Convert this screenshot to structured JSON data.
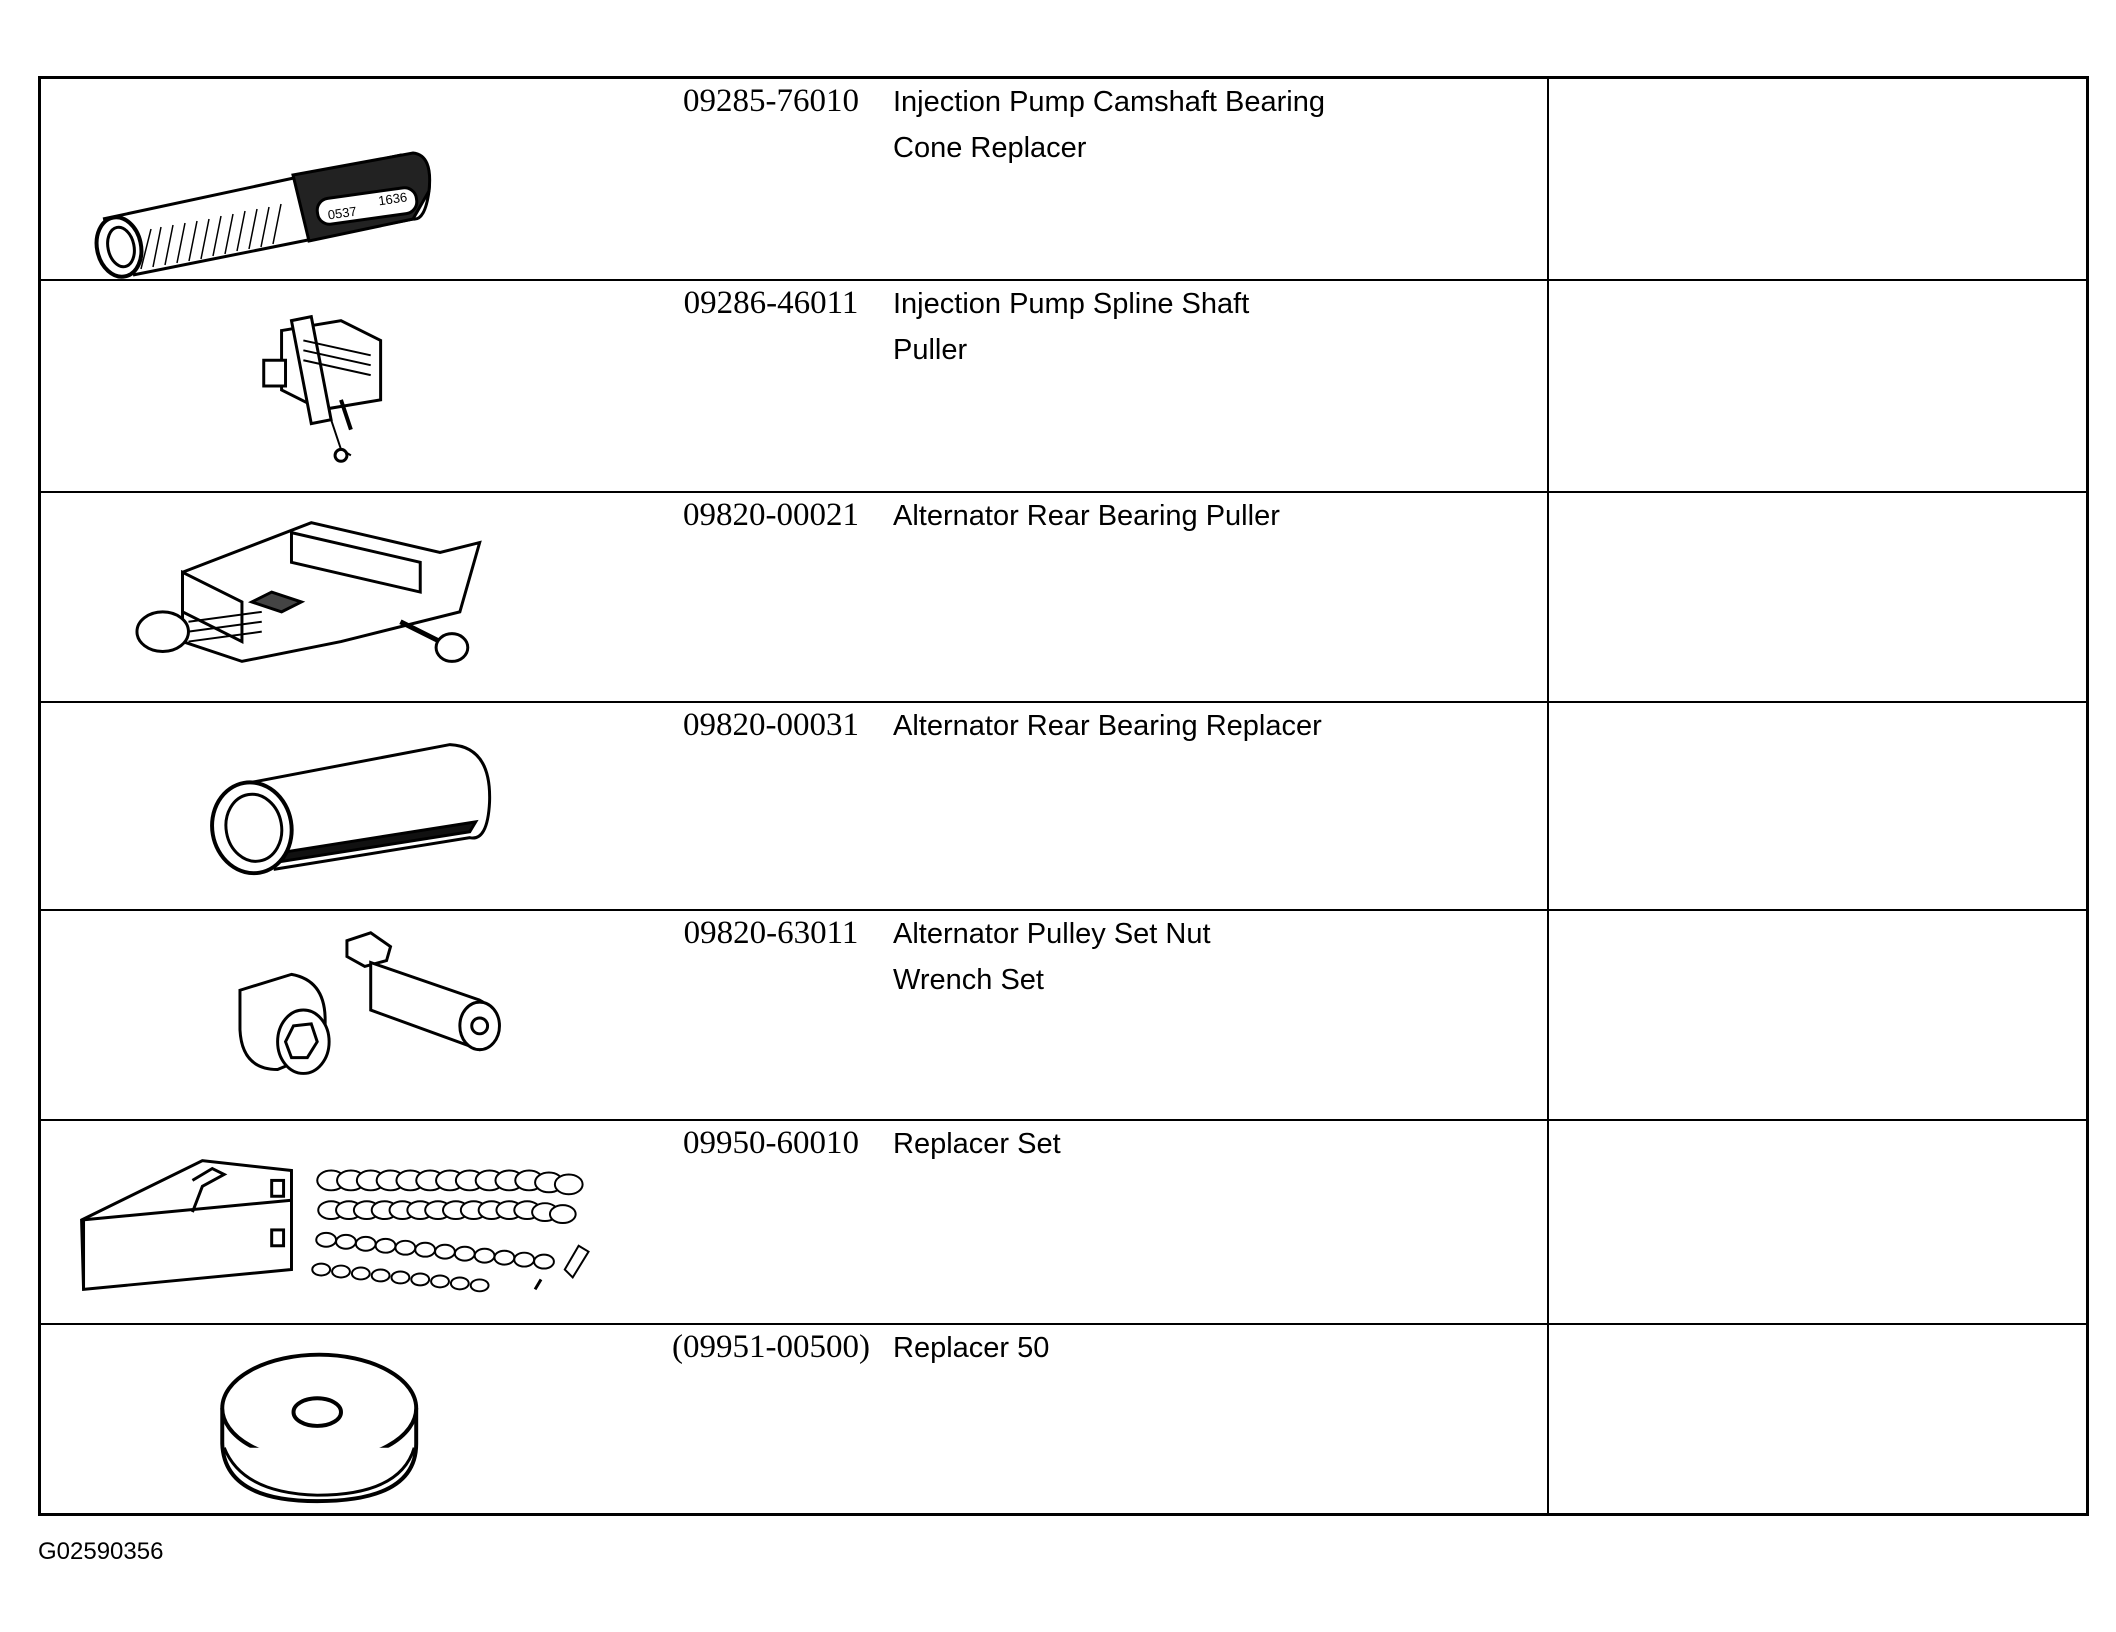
{
  "rows": [
    {
      "part_no": "09285-76010",
      "desc_line1": "Injection Pump Camshaft Bearing",
      "desc_line2": "Cone Replacer",
      "stamp1": "0537",
      "stamp2": "1636",
      "icon": "tube-replacer-icon"
    },
    {
      "part_no": "09286-46011",
      "desc_line1": "Injection Pump Spline Shaft",
      "desc_line2": "Puller",
      "icon": "spline-puller-icon"
    },
    {
      "part_no": "09820-00021",
      "desc_line1": "Alternator Rear Bearing Puller",
      "desc_line2": "",
      "icon": "bearing-puller-icon"
    },
    {
      "part_no": "09820-00031",
      "desc_line1": "Alternator Rear Bearing Replacer",
      "desc_line2": "",
      "icon": "cylinder-replacer-icon"
    },
    {
      "part_no": "09820-63011",
      "desc_line1": "Alternator Pulley Set Nut",
      "desc_line2": "Wrench Set",
      "icon": "socket-wrench-set-icon"
    },
    {
      "part_no": "09950-60010",
      "desc_line1": "Replacer Set",
      "desc_line2": "",
      "icon": "replacer-set-case-icon"
    },
    {
      "part_no": "(09951-00500)",
      "desc_line1": "Replacer 50",
      "desc_line2": "",
      "icon": "replacer-disc-icon"
    }
  ],
  "figure_id": "G02590356"
}
